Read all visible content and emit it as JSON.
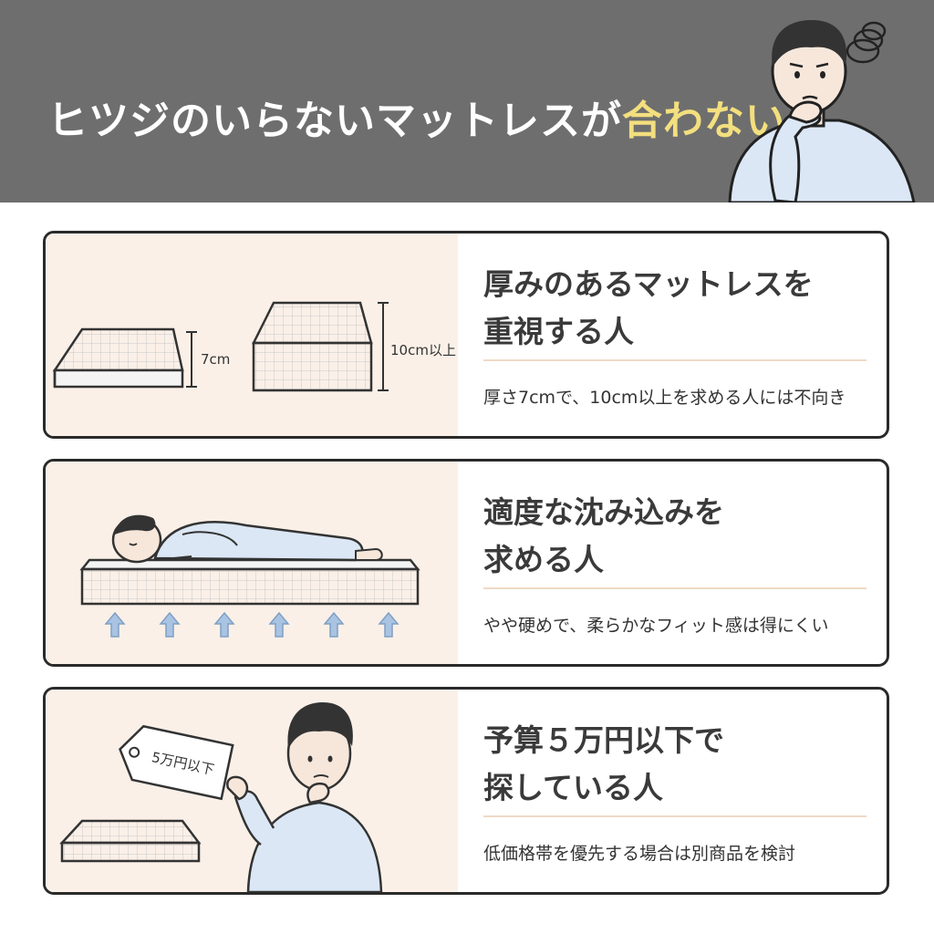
{
  "header": {
    "title_main": "ヒツジのいらないマットレスが",
    "title_highlight": "合わない人"
  },
  "cards": [
    {
      "heading_line1": "厚みのあるマットレスを",
      "heading_line2": "重視する人",
      "desc": "厚さ7cmで、10cm以上を求める人には不向き",
      "label_thin": "7cm",
      "label_thick": "10cm以上"
    },
    {
      "heading_line1": "適度な沈み込みを",
      "heading_line2": "求める人",
      "desc": "やや硬めで、柔らかなフィット感は得にくい"
    },
    {
      "heading_line1": "予算５万円以下で",
      "heading_line2": "探している人",
      "desc": "低価格帯を優先する場合は別商品を検討",
      "tag_label": "5万円以下"
    }
  ],
  "colors": {
    "header_bg": "#6e6e6e",
    "highlight": "#f3df7e",
    "art_bg": "#faf0e8",
    "shirt": "#dbe7f5",
    "arrow": "#a9c3e2"
  }
}
